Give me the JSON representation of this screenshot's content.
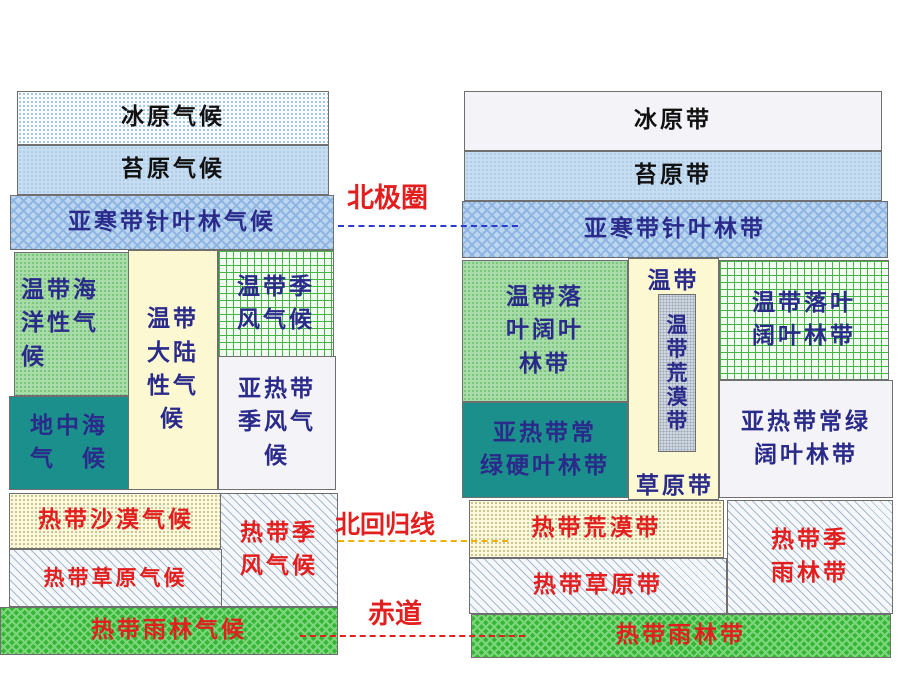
{
  "left": {
    "ice": "冰原气候",
    "tundra": "苔原气候",
    "subarctic": "亚寒带针叶林气候",
    "temperate_marine": "温带海\n洋性气\n候",
    "temperate_continental": "温带\n大陆\n性气\n候",
    "temperate_monsoon": "温带季\n风气候",
    "mediterranean": "地中海\n气　候",
    "subtropical_monsoon": "亚热带\n季风气\n候",
    "tropical_desert": "热带沙漠气候",
    "tropical_monsoon": "热带季\n风气候",
    "tropical_savanna": "热带草原气候",
    "tropical_rainforest": "热带雨林气候"
  },
  "right": {
    "ice": "冰原带",
    "tundra": "苔原带",
    "taiga": "亚寒带针叶林带",
    "temperate_deciduous": "温带落\n叶阔叶\n林带",
    "temperate_label": "温带",
    "temperate_desert": "温\n带\n荒\n漠\n带",
    "steppe": "草原带",
    "temperate_deciduous_2": "温带落叶\n阔叶林带",
    "subtropical_sclerophyll": "亚热带常\n绿硬叶林带",
    "subtropical_evergreen": "亚热带常绿\n阔叶林带",
    "tropical_desert": "热带荒漠带",
    "tropical_savanna": "热带草原带",
    "tropical_monsoon_forest": "热带季\n雨林带",
    "tropical_rainforest": "热带雨林带"
  },
  "labels": {
    "arctic_circle": "北极圈",
    "tropic_cancer": "北回归线",
    "equator": "赤道"
  },
  "colors": {
    "arctic_circle": "#e31e1e",
    "tropic_cancer": "#e31e1e",
    "equator": "#e31e1e",
    "arctic_line": "#2b3bd0",
    "tropic_line": "#f0b000",
    "equator_line": "#e31e1e"
  }
}
